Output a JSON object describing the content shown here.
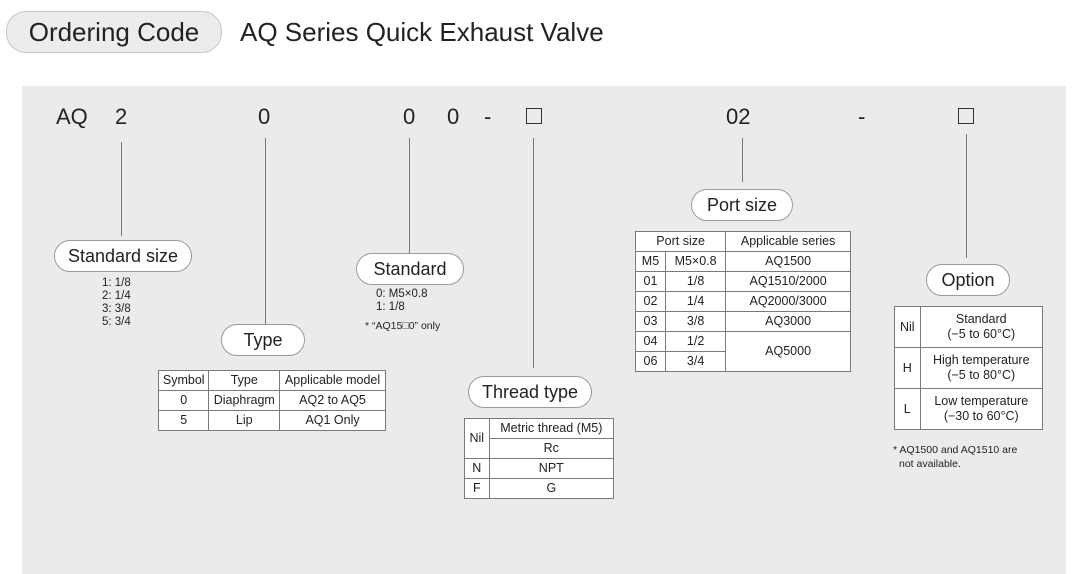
{
  "header": {
    "badge": "Ordering Code",
    "title": "AQ Series Quick Exhaust Valve"
  },
  "code": {
    "prefix": "AQ",
    "d1": "2",
    "d2": "0",
    "d3": "0",
    "d4": "0",
    "dash1": "-",
    "port": "02",
    "dash2": "-"
  },
  "standard_size": {
    "label": "Standard size",
    "items": [
      "1: 1/8",
      "2: 1/4",
      "3: 3/8",
      "5: 3/4"
    ]
  },
  "type": {
    "label": "Type",
    "headers": [
      "Symbol",
      "Type",
      "Applicable model"
    ],
    "rows": [
      [
        "0",
        "Diaphragm",
        "AQ2 to AQ5"
      ],
      [
        "5",
        "Lip",
        "AQ1 Only"
      ]
    ]
  },
  "standard": {
    "label": "Standard",
    "items": [
      "0: M5×0.8",
      "1: 1/8"
    ],
    "note": "* “AQ15□0” only"
  },
  "thread_type": {
    "label": "Thread type",
    "nil": "Nil",
    "nil_values": [
      "Metric thread (M5)",
      "Rc"
    ],
    "rows": [
      [
        "N",
        "NPT"
      ],
      [
        "F",
        "G"
      ]
    ]
  },
  "port_size": {
    "label": "Port size",
    "headers": [
      "Port size",
      "Applicable series"
    ],
    "rows": [
      [
        "M5",
        "M5×0.8",
        "AQ1500"
      ],
      [
        "01",
        "1/8",
        "AQ1510/2000"
      ],
      [
        "02",
        "1/4",
        "AQ2000/3000"
      ],
      [
        "03",
        "3/8",
        "AQ3000"
      ],
      [
        "04",
        "1/2",
        ""
      ],
      [
        "06",
        "3/4",
        ""
      ]
    ],
    "merged_series": "AQ5000"
  },
  "option": {
    "label": "Option",
    "rows": [
      [
        "Nil",
        "Standard",
        "(−5 to 60°C)"
      ],
      [
        "H",
        "High temperature",
        "(−5 to 80°C)"
      ],
      [
        "L",
        "Low temperature",
        "(−30 to 60°C)"
      ]
    ],
    "note_lines": [
      "* AQ1500 and AQ1510 are",
      "not available."
    ]
  }
}
